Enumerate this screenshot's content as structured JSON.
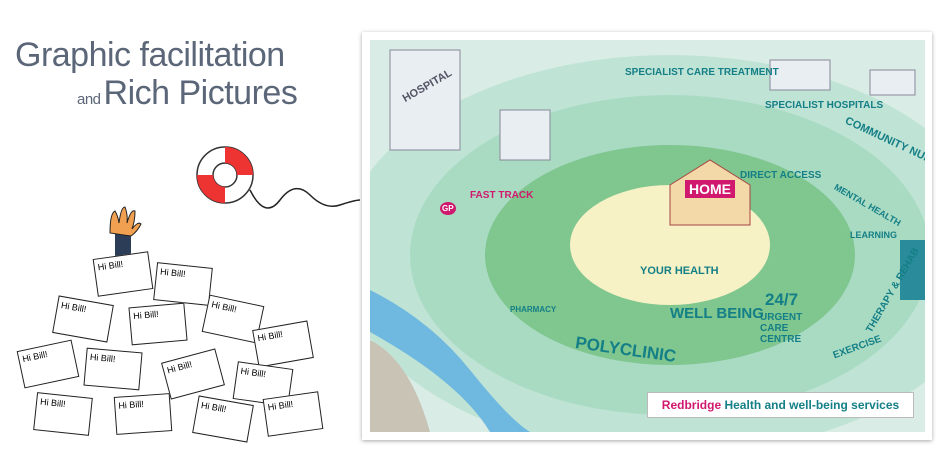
{
  "title_line1": "Graphic facilitation",
  "title_and": "and",
  "title_line2": "Rich Pictures",
  "cards_text": "Hi Bill!",
  "map": {
    "labels": {
      "hospital": "HOSPITAL",
      "specialist_care": "SPECIALIST CARE TREATMENT",
      "specialist_hospitals": "SPECIALIST HOSPITALS",
      "community_nursing": "COMMUNITY NURSING",
      "direct_access": "DIRECT ACCESS",
      "fast_track": "FAST TRACK",
      "home": "HOME",
      "your_health": "YOUR HEALTH",
      "well_being": "WELL BEING",
      "polyclinic": "POLYCLINIC",
      "urgent_247": "24/7",
      "urgent_care": "URGENT CARE CENTRE",
      "exercise": "EXERCISE",
      "therapy": "THERAPY & REHAB",
      "mental_health": "MENTAL HEALTH",
      "learning": "LEARNING",
      "pharmacy": "PHARMACY",
      "gp": "GP"
    },
    "caption_brand": "Redbridge",
    "caption_rest": "Health and well-being services",
    "colors": {
      "brand": "#d0196e",
      "teal": "#147f86"
    }
  }
}
